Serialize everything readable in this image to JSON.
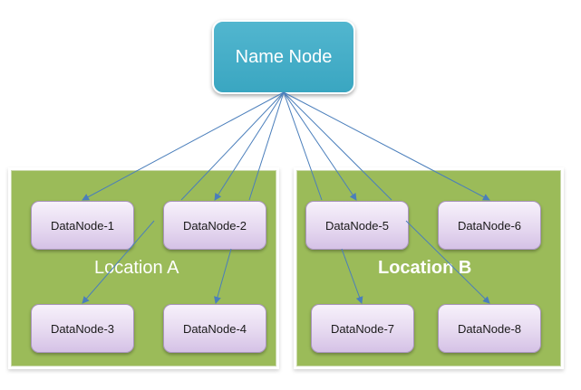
{
  "name_node": {
    "label": "Name Node"
  },
  "locations": [
    {
      "label": "Location A"
    },
    {
      "label": "Location B"
    }
  ],
  "data_nodes": [
    {
      "label": "DataNode-1"
    },
    {
      "label": "DataNode-2"
    },
    {
      "label": "DataNode-3"
    },
    {
      "label": "DataNode-4"
    },
    {
      "label": "DataNode-5"
    },
    {
      "label": "DataNode-6"
    },
    {
      "label": "DataNode-7"
    },
    {
      "label": "DataNode-8"
    }
  ],
  "colors": {
    "name_node_fill": "#4bacc6",
    "location_fill": "#9bbb59",
    "data_node_fill": "#e6d9f0",
    "connector": "#4a7ebb"
  }
}
